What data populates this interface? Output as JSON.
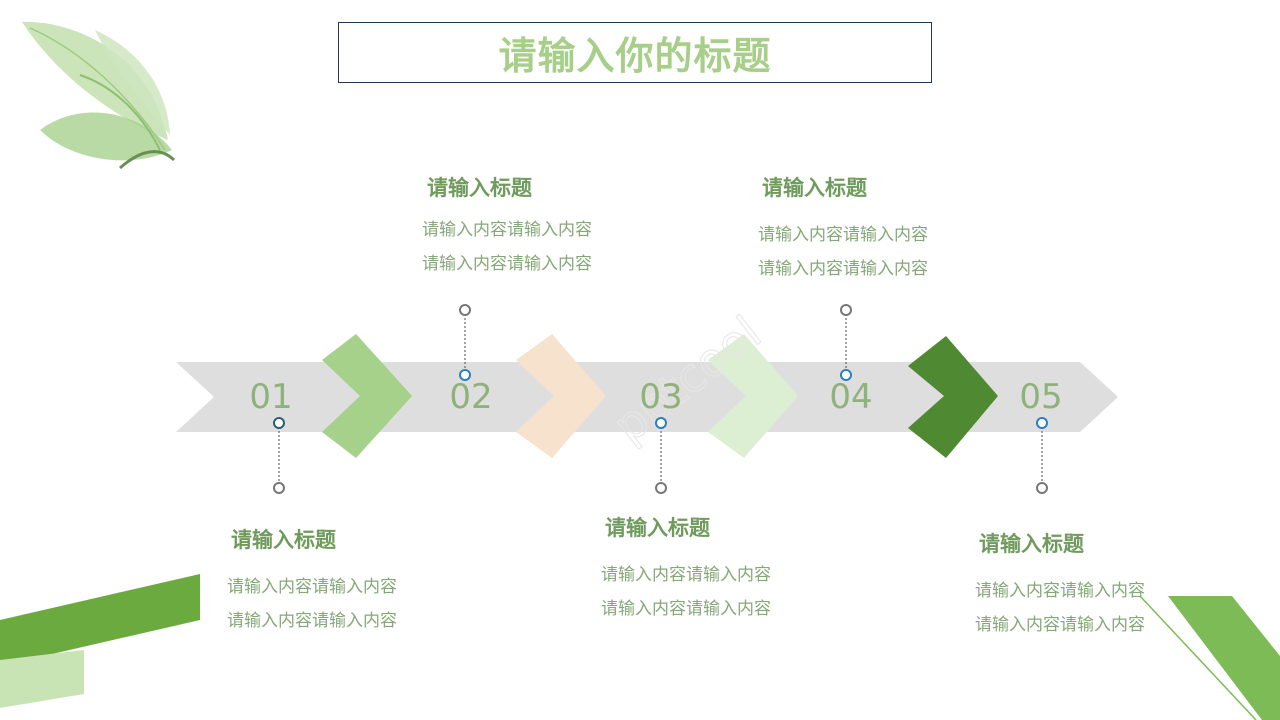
{
  "slide": {
    "title": "请输入你的标题"
  },
  "steps": [
    {
      "number": "01",
      "title": "请输入标题",
      "lines": [
        "请输入内容请输入内容",
        "请输入内容请输入内容"
      ],
      "position": "below"
    },
    {
      "number": "02",
      "title": "请输入标题",
      "lines": [
        "请输入内容请输入内容",
        "请输入内容请输入内容"
      ],
      "position": "above"
    },
    {
      "number": "03",
      "title": "请输入标题",
      "lines": [
        "请输入内容请输入内容",
        "请输入内容请输入内容"
      ],
      "position": "below"
    },
    {
      "number": "04",
      "title": "请输入标题",
      "lines": [
        "请输入内容请输入内容",
        "请输入内容请输入内容"
      ],
      "position": "above"
    },
    {
      "number": "05",
      "title": "请输入标题",
      "lines": [
        "请输入内容请输入内容",
        "请输入内容请输入内容"
      ],
      "position": "below"
    }
  ],
  "colors": {
    "arrow_band": "#dedede",
    "chevron_1": "#a5d18a",
    "chevron_2": "#f7e2cd",
    "chevron_3": "#ddefd2",
    "chevron_4": "#4f8a32",
    "accent_green": "#6aaa3f",
    "dot_blue": "#2b7fc1"
  }
}
